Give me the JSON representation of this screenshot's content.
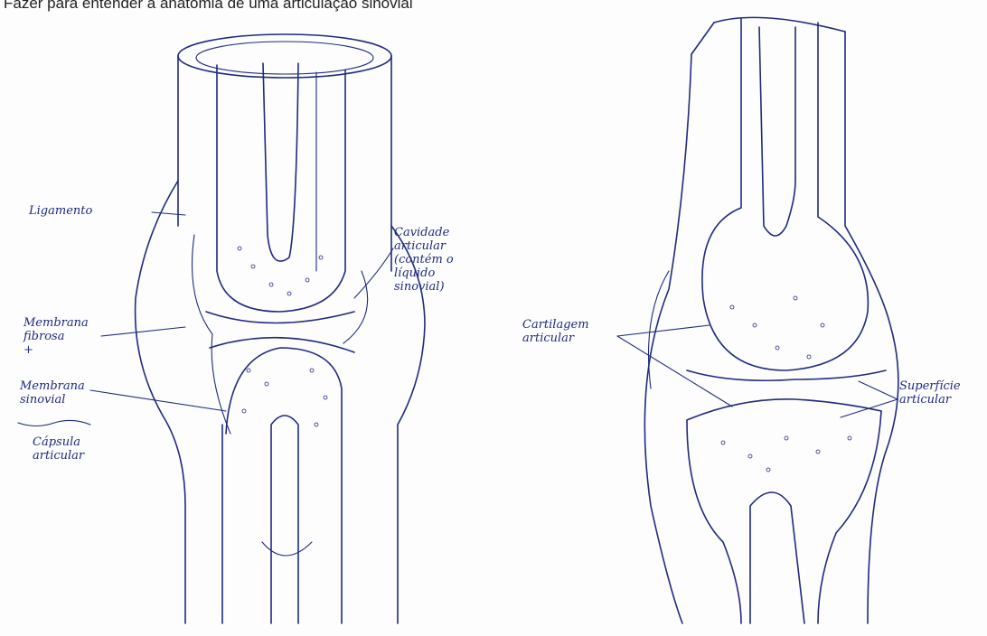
{
  "header_text": "Fazer para entender a anatomia de uma articulação sinovial",
  "left_figure": {
    "labels": {
      "ligamento": "Ligamento",
      "cavidade": "Cavidade\narticular\n(contém o\nlíquido\nsinovial)",
      "membrana_fibrosa": "Membrana\nfibrosa\n+",
      "membrana_sinovial": "Membrana\nsinovial",
      "capsula": "Cápsula\narticular"
    }
  },
  "right_figure": {
    "labels": {
      "cartilagem": "Cartilagem\narticular",
      "superficie": "Superfície\narticular"
    }
  },
  "colors": {
    "ink": "#1f2a80",
    "paper": "#fdfdfd"
  }
}
